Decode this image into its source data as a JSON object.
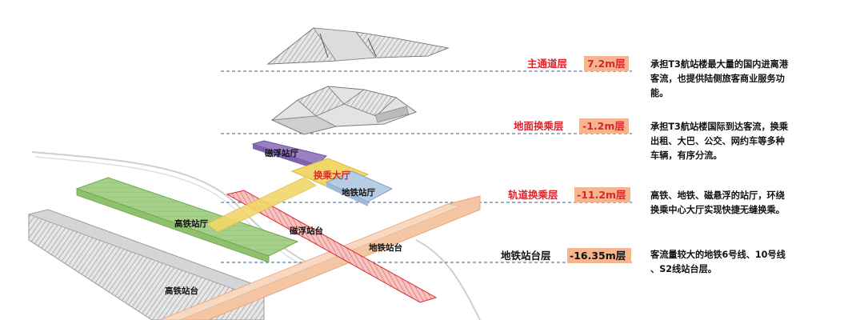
{
  "levels": [
    {
      "name": "主通道层",
      "elevation": "7.2m层",
      "description": [
        "承担T3航站楼最大量的国内进离港",
        "客流，也提供陆侧旅客商业服务功",
        "能。"
      ]
    },
    {
      "name": "地面换乘层",
      "elevation": "-1.2m层",
      "description": [
        "承担T3航站楼国际到达客流，换乘",
        "出租、大巴、公交、网约车等多种",
        "车辆，有序分流。"
      ]
    },
    {
      "name": "轨道换乘层",
      "elevation": "-11.2m层",
      "description": [
        "高铁、地铁、磁悬浮的站厅，环绕",
        "换乘中心大厅实现快捷无缝换乘。"
      ]
    },
    {
      "name": "地铁站台层",
      "elevation": "-16.35m层",
      "description": [
        "客流量较大的地铁6号线、10号线",
        "、S2线站台层。"
      ]
    }
  ],
  "areas": {
    "maglev_hall": "磁浮站厅",
    "transfer_hall": "换乘大厅",
    "metro_hall": "地铁站厅",
    "hsr_hall": "高铁站厅",
    "maglev_platform": "磁浮站台",
    "metro_platform": "地铁站台",
    "hsr_platform": "高铁站台"
  },
  "colors": {
    "accent_red": "#d8262c",
    "tag_fill": "#f6b58e",
    "guide_line": "#3a5d8c",
    "maglev_purple": "#9b7fc4",
    "metro_blue": "#b7cde6",
    "hsr_green": "#a6d08a",
    "transfer_yellow": "#f1d76a",
    "platform_orange": "#f4c6a4"
  }
}
